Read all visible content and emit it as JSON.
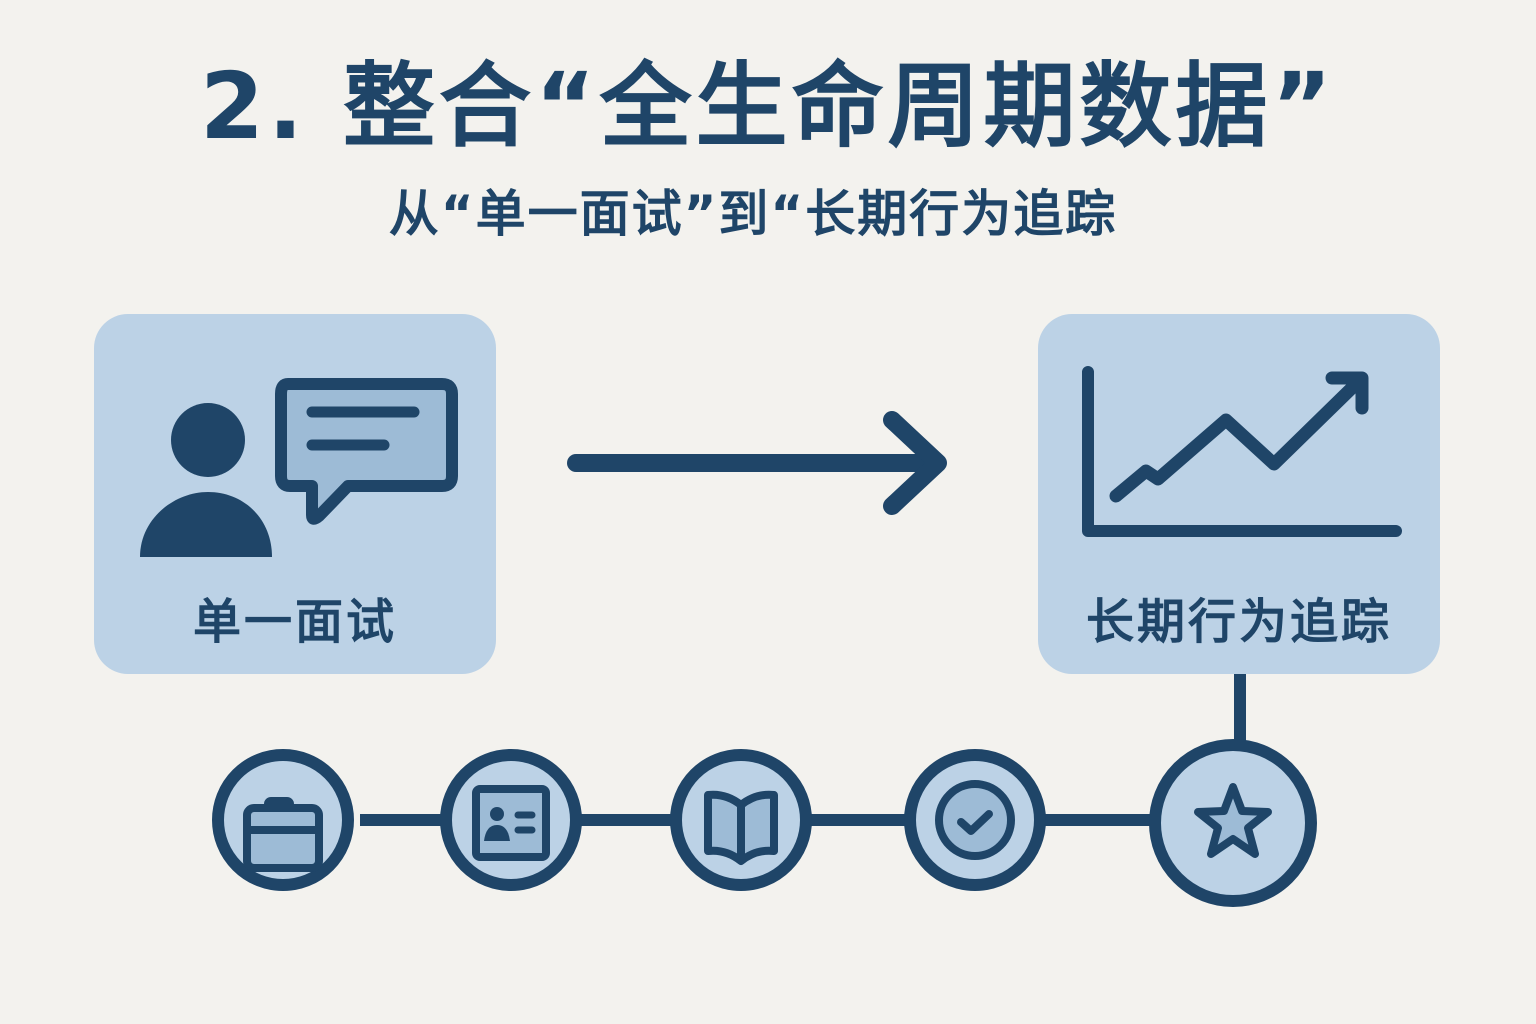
{
  "header": {
    "title": "2. 整合“全生命周期数据”",
    "subtitle": "从“单一面试”到“长期行为追踪"
  },
  "colors": {
    "background": "#f3f2ee",
    "primary": "#1f4568",
    "card_fill": "#bcd2e6",
    "icon_fill": "#9dbbd6"
  },
  "left_card": {
    "label": "单一面试",
    "icons": [
      "person-icon",
      "speech-bubble-icon"
    ]
  },
  "right_card": {
    "label": "长期行为追踪",
    "icons": [
      "trend-chart-icon"
    ]
  },
  "connector": {
    "icon": "arrow-right-icon"
  },
  "timeline": {
    "nodes": [
      {
        "icon": "briefcase-icon"
      },
      {
        "icon": "id-card-icon"
      },
      {
        "icon": "book-icon"
      },
      {
        "icon": "check-circle-icon"
      },
      {
        "icon": "star-icon"
      }
    ]
  }
}
